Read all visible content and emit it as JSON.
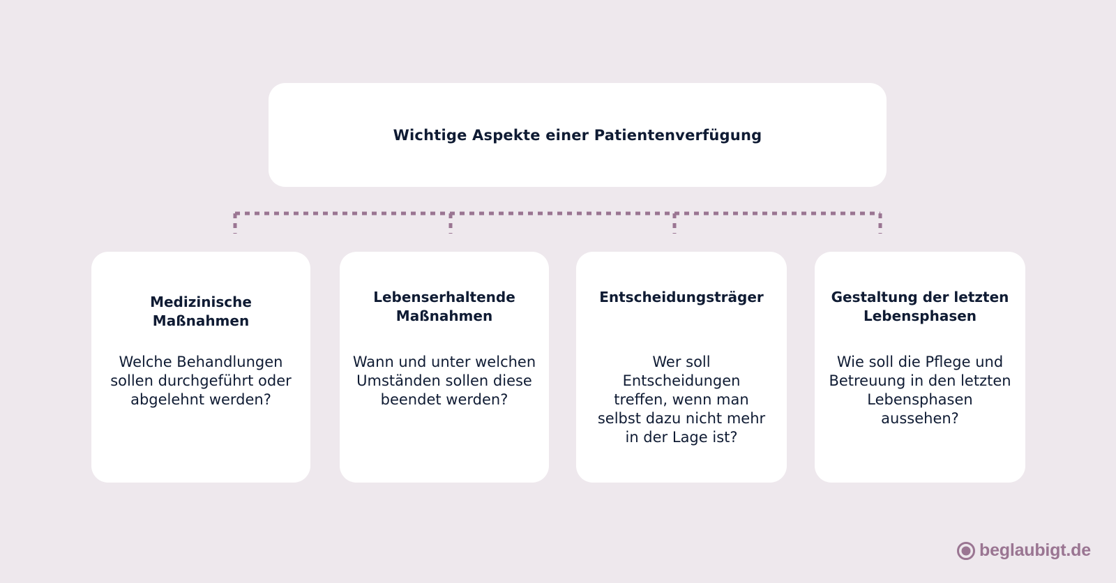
{
  "diagram": {
    "root": {
      "title": "Wichtige Aspekte einer Patientenverfügung"
    },
    "cards": [
      {
        "title": "Medizinische Maßnahmen",
        "text": "Welche Behandlungen sollen durchgeführt oder abgelehnt werden?"
      },
      {
        "title": "Lebenserhaltende Maßnahmen",
        "text": "Wann und unter welchen Umständen sollen diese beendet werden?"
      },
      {
        "title": "Entscheidungsträger",
        "text": "Wer soll Entscheidungen treffen, wenn man selbst dazu nicht mehr in der Lage ist?"
      },
      {
        "title": "Gestaltung der letzten Lebensphasen",
        "text": "Wie soll die Pflege und Betreuung in den letzten Lebensphasen aussehen?"
      }
    ]
  },
  "brand": {
    "logo_text": "beglaubigt.de",
    "accent_color": "#9a7592"
  },
  "colors": {
    "background": "#eee8ed",
    "card": "#ffffff",
    "text": "#0f1b33",
    "connector": "#9a7592"
  }
}
